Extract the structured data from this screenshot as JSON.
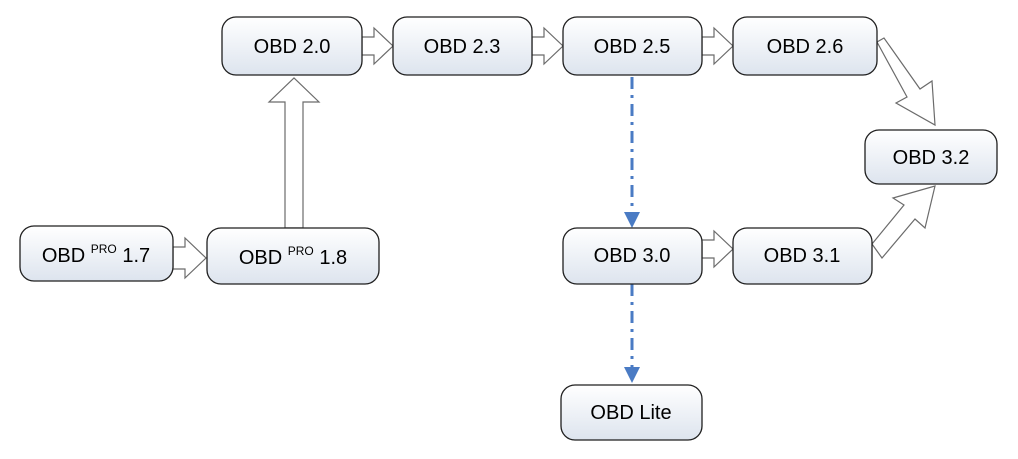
{
  "nodes": {
    "obd_pro_17": {
      "prefix": "OBD ",
      "sup": "PRO",
      "suffix": " 1.7"
    },
    "obd_pro_18": {
      "prefix": "OBD ",
      "sup": "PRO",
      "suffix": " 1.8"
    },
    "obd_20": {
      "label": "OBD 2.0"
    },
    "obd_23": {
      "label": "OBD 2.3"
    },
    "obd_25": {
      "label": "OBD 2.5"
    },
    "obd_26": {
      "label": "OBD 2.6"
    },
    "obd_32": {
      "label": "OBD 3.2"
    },
    "obd_30": {
      "label": "OBD 3.0"
    },
    "obd_31": {
      "label": "OBD 3.1"
    },
    "obd_lite": {
      "label": "OBD Lite"
    }
  },
  "colors": {
    "box_fill_top": "#ffffff",
    "box_fill_bottom": "#dde4ee",
    "box_stroke": "#1f1f1f",
    "block_arrow_stroke": "#6b6b6b",
    "dashdot_connector": "#4a7bc4"
  }
}
